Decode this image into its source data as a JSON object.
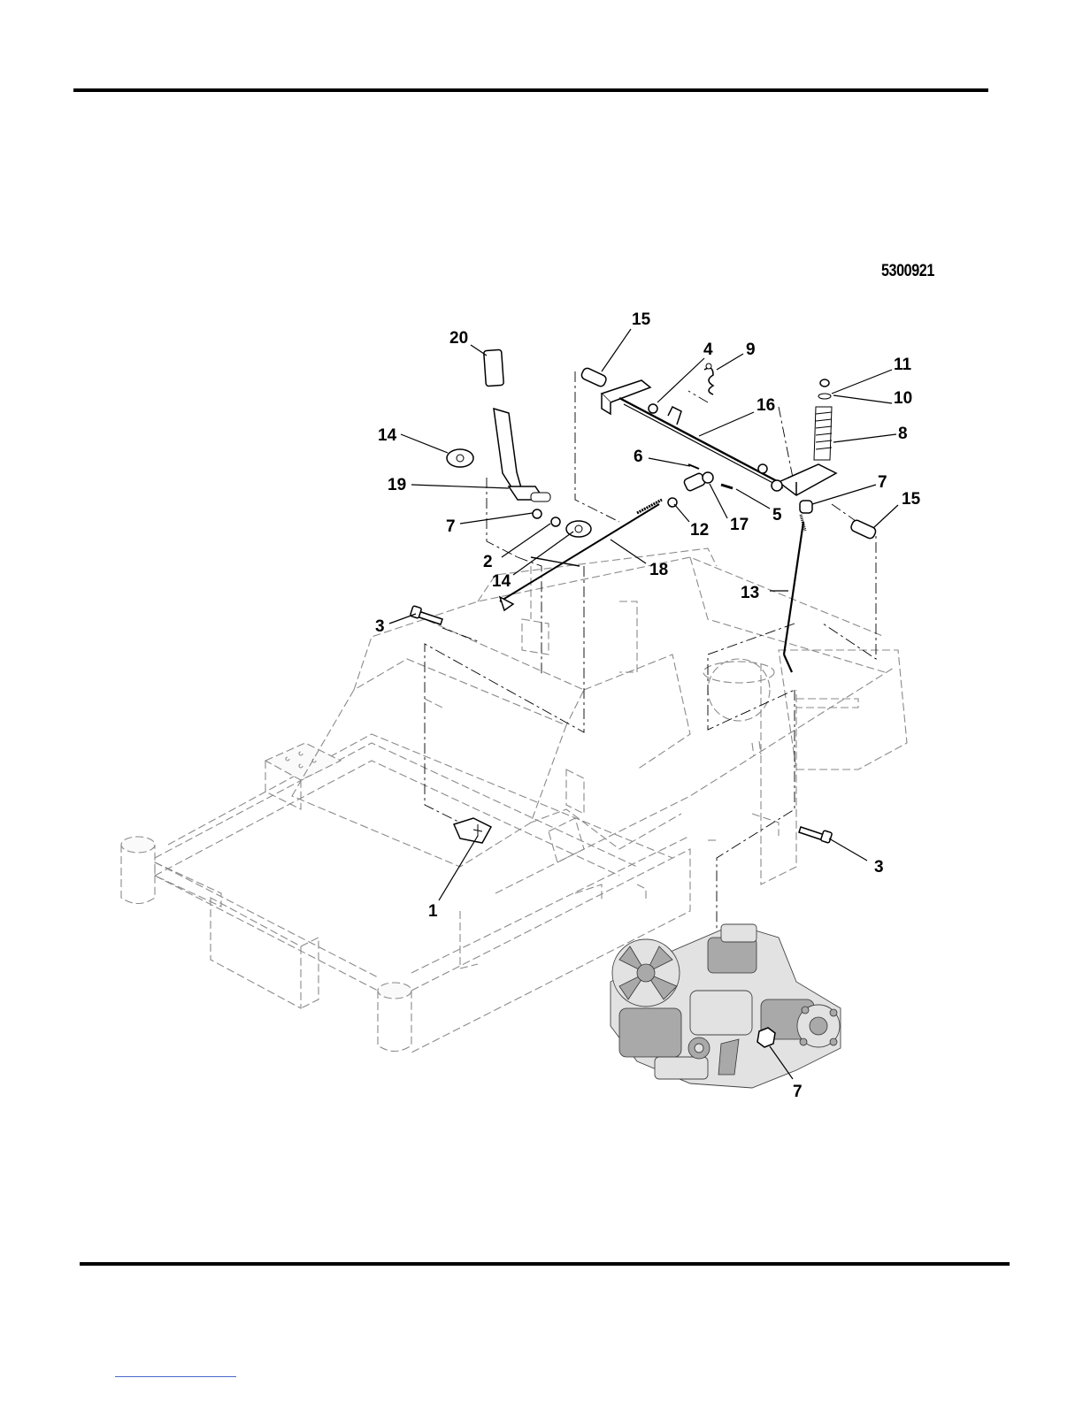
{
  "document": {
    "figure_number": "5300921"
  },
  "callouts": {
    "c1": "1",
    "c2": "2",
    "c3a": "3",
    "c3b": "3",
    "c4": "4",
    "c5": "5",
    "c6": "6",
    "c7a": "7",
    "c7b": "7",
    "c7c": "7",
    "c8": "8",
    "c9": "9",
    "c10": "10",
    "c11": "11",
    "c12": "12",
    "c13": "13",
    "c14a": "14",
    "c14b": "14",
    "c15a": "15",
    "c15b": "15",
    "c16": "16",
    "c17": "17",
    "c18": "18",
    "c19": "19",
    "c20": "20"
  }
}
